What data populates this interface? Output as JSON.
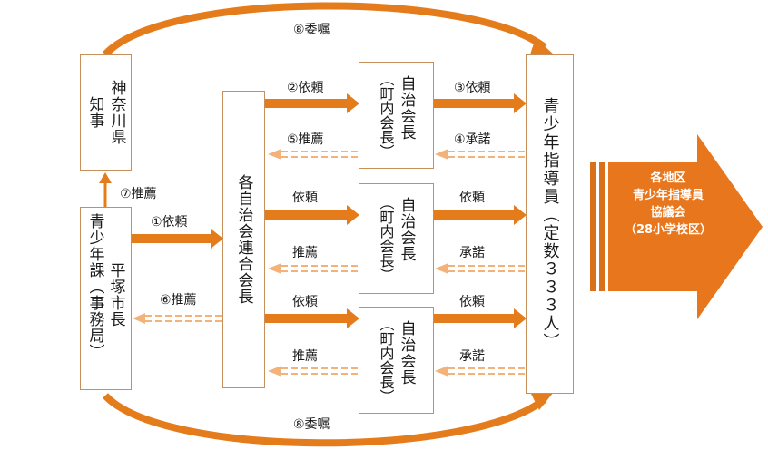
{
  "boxes": {
    "governor": {
      "lines": [
        "神奈川県",
        "知事"
      ]
    },
    "city_office": {
      "lines": [
        "平塚市長",
        "青少年課（事務局）"
      ]
    },
    "federation": {
      "lines": [
        "各自治会連合会長"
      ]
    },
    "assoc_top": {
      "lines": [
        "自治会長",
        "（町内会長）"
      ]
    },
    "assoc_mid": {
      "lines": [
        "自治会長",
        "（町内会長）"
      ]
    },
    "assoc_bot": {
      "lines": [
        "自治会長",
        "（町内会長）"
      ]
    },
    "counselors": {
      "lines": [
        "青少年指導員（定数３３３人）"
      ]
    }
  },
  "labels": {
    "commission_top": "⑧委嘱",
    "commission_bottom": "⑧委嘱",
    "recommend_governor": "⑦推薦",
    "request_1": "①依頼",
    "recommend_6": "⑥推薦",
    "request_2": "②依頼",
    "recommend_5": "⑤推薦",
    "request_3": "③依頼",
    "consent_4": "④承諾",
    "request_mid_left": "依頼",
    "recommend_mid_left": "推薦",
    "request_mid_right": "依頼",
    "consent_mid_right": "承諾",
    "request_bot_left": "依頼",
    "recommend_bot_left": "推薦",
    "request_bot_right": "依頼",
    "consent_bot_right": "承諾"
  },
  "final": {
    "line1": "各地区",
    "line2": "青少年指導員",
    "line3": "協議会",
    "line4": "（28小学校区）"
  },
  "colors": {
    "arrow": "#e57c1c",
    "arrow_dark": "#d9701a",
    "dashed": "#f2b27a",
    "box_border": "#c7905a",
    "final_fill": "#e8761c"
  }
}
